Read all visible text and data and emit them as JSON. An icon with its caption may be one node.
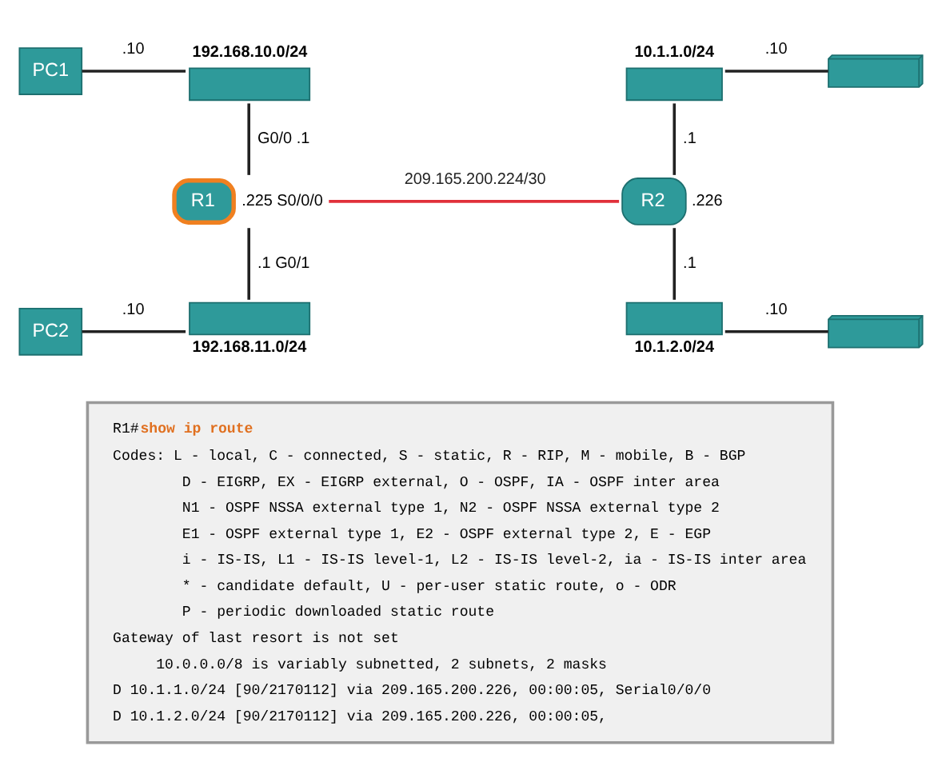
{
  "diagram": {
    "nodes": [
      {
        "text": [
          "PC1"
        ]
      },
      {
        "text": [],
        "shape": "box",
        "beside": [
          "192.168.10.0/24"
        ]
      },
      {
        "text": [
          "PC2"
        ]
      },
      {
        "text": [],
        "shape": "box",
        "beside": [
          "192.168.11.0/24"
        ]
      },
      {
        "text": [
          "R1"
        ],
        "beside": [
          ".225 S0/0/0"
        ]
      },
      {
        "text": [
          "R2"
        ],
        "beside": [
          ".226"
        ]
      },
      {
        "text": [],
        "shape": "box",
        "beside": [
          "10.1.1.0/24"
        ]
      },
      {
        "text": [],
        "shape": "box"
      },
      {
        "text": [],
        "shape": "box",
        "beside": [
          "10.1.2.0/24"
        ]
      },
      {
        "text": [],
        "shape": "box"
      },
      {
        "text": [
          "R1#",
          "show ip route",
          "Codes: L - local, C - connected, S - static, R - RIP, M - mobile, B - BGP",
          "D - EIGRP, EX - EIGRP external, O - OSPF, IA - OSPF inter area",
          "N1 - OSPF NSSA external type 1, N2 - OSPF NSSA external type 2",
          "E1 - OSPF external type 1, E2 - OSPF external type 2, E - EGP",
          "i - IS-IS, L1 - IS-IS level-1, L2 - IS-IS level-2, ia - IS-IS inter area",
          "* - candidate default, U - per-user static route, o - ODR",
          "P - periodic downloaded static route",
          "Gateway of last resort is not set",
          "10.0.0.0/8 is variably subnetted, 2 subnets, 2 masks",
          "D 10.1.1.0/24 [90/2170112] via 209.165.200.226, 00:00:05, Serial0/0/0",
          "D 10.1.2.0/24 [90/2170112] via 209.165.200.226, 00:00:05,"
        ]
      }
    ],
    "edges": [
      {
        "from": 0,
        "to": 1,
        "arrow": "none",
        "label": ".10"
      },
      {
        "from": 1,
        "to": 4,
        "arrow": "none",
        "label": "G0/0 .1"
      },
      {
        "from": 4,
        "to": 3,
        "arrow": "none",
        "label": ".1 G0/1"
      },
      {
        "from": 2,
        "to": 3,
        "arrow": "none",
        "label": ".10"
      },
      {
        "from": 4,
        "to": 5,
        "arrow": "none",
        "label": "209.165.200.224/30",
        "color": "#e0303a"
      },
      {
        "from": 5,
        "to": 6,
        "arrow": "none",
        "label": ".1"
      },
      {
        "from": 5,
        "to": 8,
        "arrow": "none",
        "label": ".1"
      },
      {
        "from": 6,
        "to": 7,
        "arrow": "none",
        "label": ".10"
      },
      {
        "from": 8,
        "to": 9,
        "arrow": "none",
        "label": ".10"
      }
    ]
  }
}
